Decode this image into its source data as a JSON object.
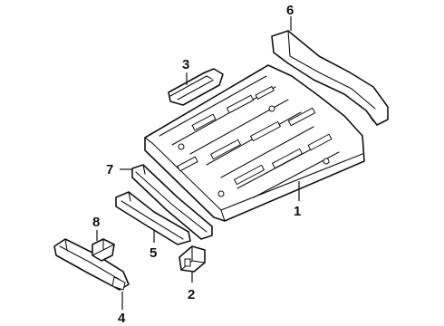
{
  "callouts": [
    {
      "id": "c1",
      "label": "1"
    },
    {
      "id": "c2",
      "label": "2"
    },
    {
      "id": "c3",
      "label": "3"
    },
    {
      "id": "c4",
      "label": "4"
    },
    {
      "id": "c5",
      "label": "5"
    },
    {
      "id": "c6",
      "label": "6"
    },
    {
      "id": "c7",
      "label": "7"
    },
    {
      "id": "c8",
      "label": "8"
    }
  ],
  "colors": {
    "line": "#111111",
    "background": "#ffffff"
  }
}
